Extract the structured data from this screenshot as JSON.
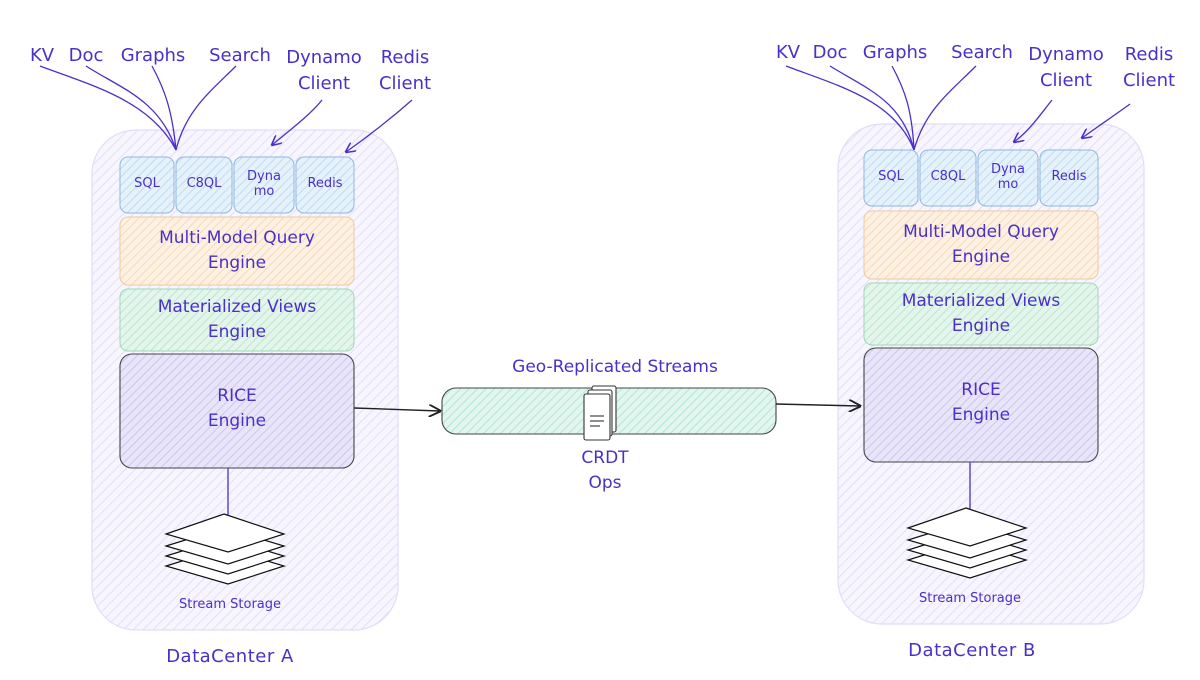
{
  "clients": {
    "kv": "KV",
    "doc": "Doc",
    "graphs": "Graphs",
    "search": "Search",
    "dynamo_client": "Dynamo\nClient",
    "redis_client": "Redis\nClient"
  },
  "apis": {
    "sql": "SQL",
    "c8ql": "C8QL",
    "dynamo": "Dyna\nmo",
    "redis": "Redis"
  },
  "layers": {
    "query_engine": "Multi-Model Query\nEngine",
    "views_engine": "Materialized Views\nEngine",
    "rice_engine": "RICE\nEngine"
  },
  "storage_label": "Stream Storage",
  "streams_label": "Geo-Replicated Streams",
  "crdt_label": "CRDT\nOps",
  "datacenters": {
    "a": "DataCenter A",
    "b": "DataCenter B"
  },
  "colors": {
    "ink": "#4b2fc9",
    "api_fill": "#d8ecf8",
    "query_fill": "#fbe6cf",
    "views_fill": "#d5efe1",
    "rice_fill": "#dcd6f3",
    "stream_fill": "#d1f0e6",
    "dc_fill": "#f1eefc"
  }
}
